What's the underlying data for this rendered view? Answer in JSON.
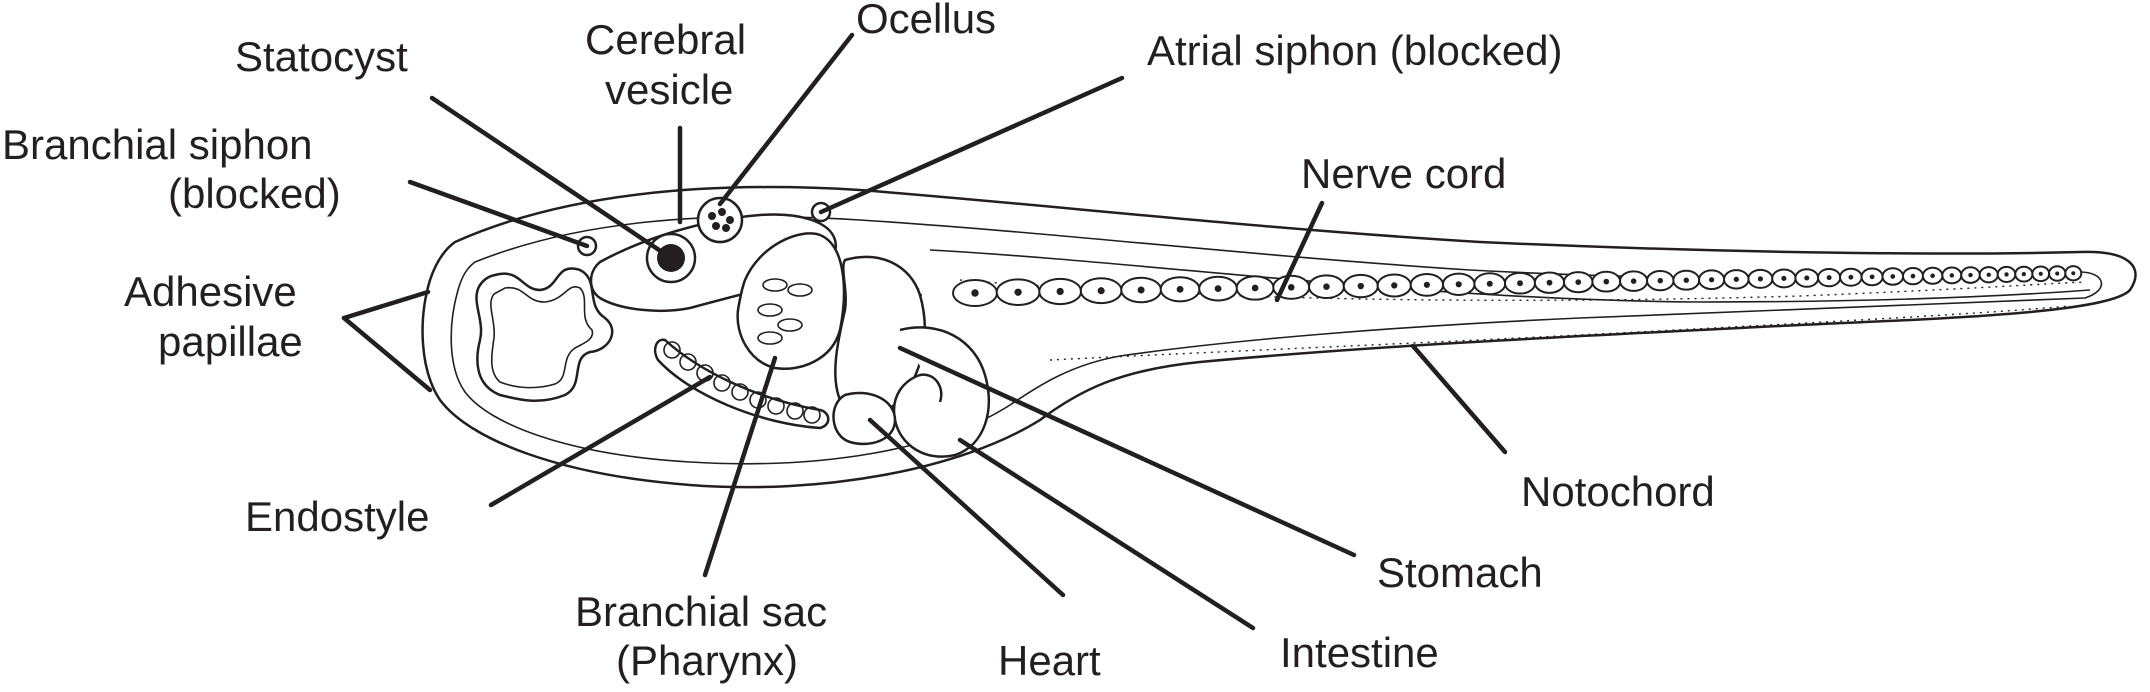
{
  "diagram": {
    "labels": {
      "statocyst": "Statocyst",
      "cerebral_vesicle_line1": "Cerebral",
      "cerebral_vesicle_line2": "vesicle",
      "ocellus": "Ocellus",
      "atrial_siphon": "Atrial siphon (blocked)",
      "branchial_siphon_line1": "Branchial siphon",
      "branchial_siphon_line2": "(blocked)",
      "adhesive_papillae_line1": "Adhesive",
      "adhesive_papillae_line2": "papillae",
      "nerve_cord": "Nerve cord",
      "notochord": "Notochord",
      "endostyle": "Endostyle",
      "branchial_sac_line1": "Branchial sac",
      "branchial_sac_line2": "(Pharynx)",
      "heart": "Heart",
      "intestine": "Intestine",
      "stomach": "Stomach"
    }
  }
}
